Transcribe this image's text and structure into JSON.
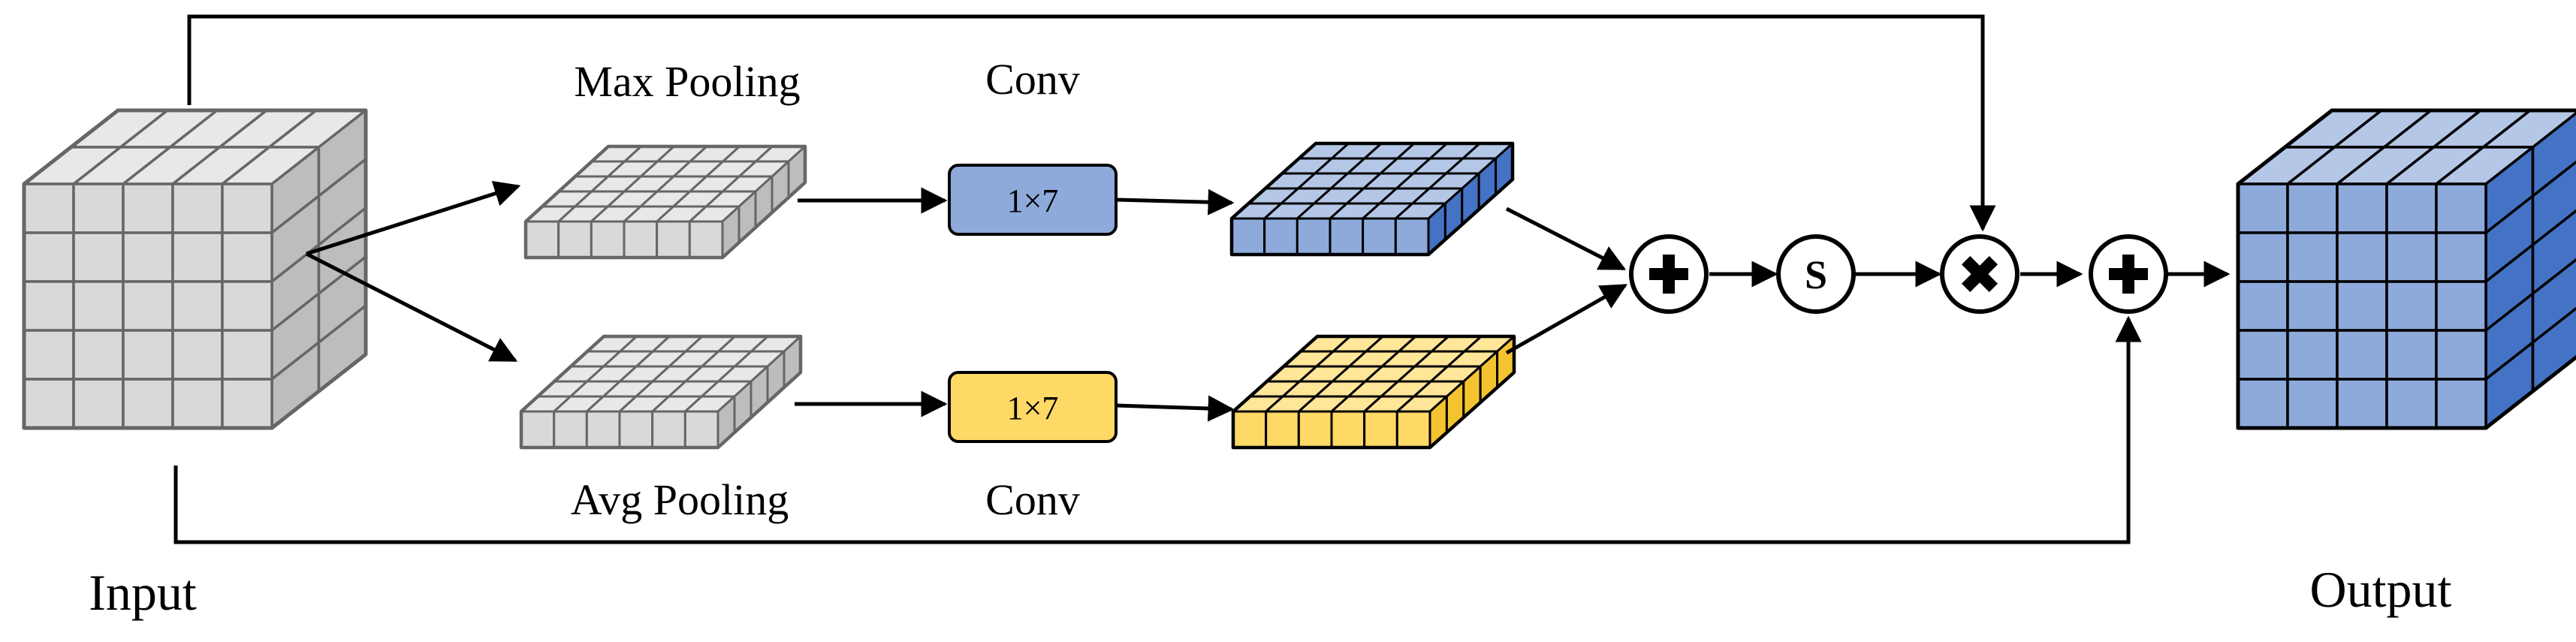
{
  "labels": {
    "input": "Input",
    "output": "Output",
    "max_pooling": "Max Pooling",
    "avg_pooling": "Avg Pooling",
    "conv_top": "Conv",
    "conv_bottom": "Conv",
    "kernel_top": "1×7",
    "kernel_bottom": "1×7",
    "sigmoid": "S"
  },
  "colors": {
    "gray_front": "#d9d9d9",
    "gray_top": "#e8e8e8",
    "gray_side": "#bdbdbd",
    "gray_stroke": "#666666",
    "blue_front": "#8eaadb",
    "blue_top": "#b4c7e7",
    "blue_side": "#4472c4",
    "yellow_front": "#ffd966",
    "yellow_top": "#ffe699",
    "yellow_side": "#f4c430",
    "conv_blue": "#8eaadb",
    "conv_yellow": "#ffd966",
    "line": "#000000"
  },
  "icons": [
    "plus-circle-icon",
    "multiply-circle-icon",
    "sigmoid-circle-icon"
  ]
}
